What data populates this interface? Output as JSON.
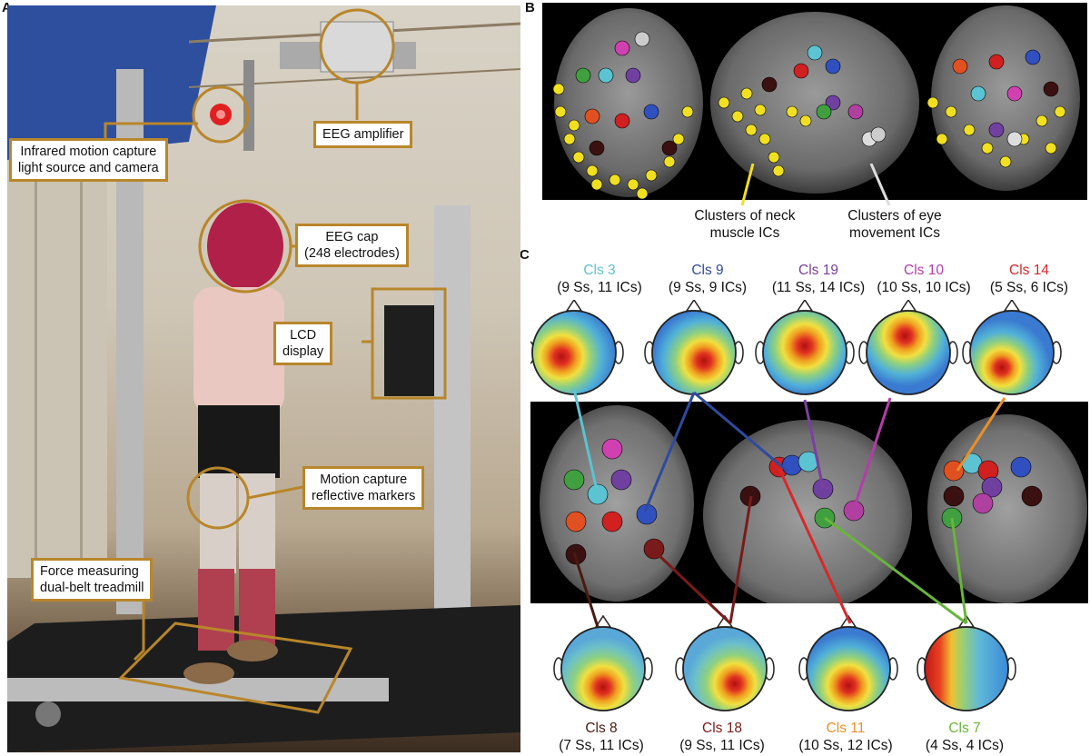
{
  "panels": {
    "a": "A",
    "b": "B",
    "c": "C"
  },
  "panel_a": {
    "callouts": [
      {
        "id": "ir",
        "lines": [
          "Infrared motion capture",
          "light source and camera"
        ]
      },
      {
        "id": "amp",
        "lines": [
          "EEG amplifier"
        ]
      },
      {
        "id": "cap",
        "lines": [
          "EEG cap",
          "(248 electrodes)"
        ]
      },
      {
        "id": "lcd",
        "lines": [
          "LCD",
          "display"
        ]
      },
      {
        "id": "markers",
        "lines": [
          "Motion capture",
          "reflective markers"
        ]
      },
      {
        "id": "treadmill",
        "lines": [
          "Force measuring",
          "dual-belt treadmill"
        ]
      }
    ]
  },
  "panel_b": {
    "neck_label": [
      "Clusters of neck",
      "muscle ICs"
    ],
    "eye_label": [
      "Clusters of eye",
      "movement ICs"
    ]
  },
  "panel_c": {
    "top": [
      {
        "name": "Cls 3",
        "sub": "(9 Ss, 11 ICs)",
        "color": "#5bc3d1"
      },
      {
        "name": "Cls 9",
        "sub": "(9 Ss, 9 ICs)",
        "color": "#2f4a9e"
      },
      {
        "name": "Cls 19",
        "sub": "(11 Ss, 14 ICs)",
        "color": "#7b3fa0"
      },
      {
        "name": "Cls 10",
        "sub": "(10 Ss, 10 ICs)",
        "color": "#b43ca8"
      },
      {
        "name": "Cls 14",
        "sub": "(5 Ss, 6 ICs)",
        "color": "#d8282a"
      }
    ],
    "bottom": [
      {
        "name": "Cls 8",
        "sub": "(7 Ss, 11 ICs)",
        "color": "#4a1a10"
      },
      {
        "name": "Cls 18",
        "sub": "(9 Ss, 11 ICs)",
        "color": "#7a1a1a"
      },
      {
        "name": "Cls 11",
        "sub": "(10 Ss, 12 ICs)",
        "color": "#e8902a"
      },
      {
        "name": "Cls 7",
        "sub": "(4 Ss, 4 ICs)",
        "color": "#6ab43a"
      }
    ]
  },
  "colors": {
    "callout_border": "#b8862b",
    "neck_line": "#f0e020",
    "eye_line": "#dddddd"
  }
}
